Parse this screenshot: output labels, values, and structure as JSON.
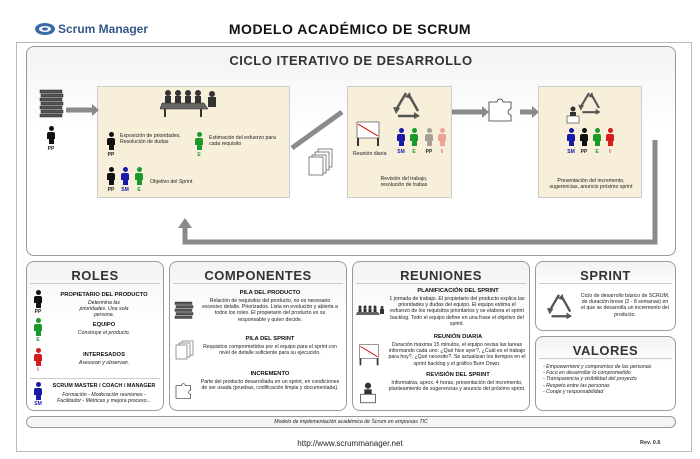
{
  "header": {
    "logo_text": "Scrum Manager",
    "title": "MODELO ACADÉMICO DE SCRUM"
  },
  "cycle": {
    "title": "CICLO ITERATIVO DE DESARROLLO",
    "planning_1": "Exposición de prioridades. Resolución de dudas",
    "planning_2": "Estimación del esfuerzo para cada requisito",
    "sprint_goal": "Objetivo del Sprint",
    "daily_label": "Reunión diaria",
    "daily_desc": "Revisión del trabajo, resolución de trabas",
    "review_desc": "Presentación del incremento, sugerencias, anuncio próximo sprint",
    "role_pp": "PP",
    "role_sm": "SM",
    "role_e": "E",
    "role_i": "I"
  },
  "roles": {
    "title": "ROLES",
    "items": [
      {
        "head": "PROPIETARIO DEL PRODUCTO",
        "desc": "Determina las prioridades. Una sola persona.",
        "tag": "PP"
      },
      {
        "head": "EQUIPO",
        "desc": "Construye el producto.",
        "tag": "E"
      },
      {
        "head": "INTERESADOS",
        "desc": "Asesoran y observan.",
        "tag": "I"
      },
      {
        "head": "SCRUM MASTER / COACH / MANAGER",
        "desc": "Formación - Moderación reuniones - Facilitador - Métricas y mejora proceso...",
        "tag": "SM"
      }
    ]
  },
  "components": {
    "title": "COMPONENTES",
    "items": [
      {
        "head": "PILA DEL PRODUCTO",
        "desc": "Relación de requisitos del producto, no es necesario excesivo detalle. Priorizados. Lista en evolución y abierta a todos los roles. El propietario del producto es su responsable y quien decide."
      },
      {
        "head": "PILA DEL SPRINT",
        "desc": "Requisitos comprometidos por el equipo para el sprint con nivel de detalle suficiente para su ejecución."
      },
      {
        "head": "INCREMENTO",
        "desc": "Parte del producto desarrollada en un sprint, en condiciones de ser usada (pruebas, codificación limpia y documentada)."
      }
    ]
  },
  "meetings": {
    "title": "REUNIONES",
    "items": [
      {
        "head": "PLANIFICACIÓN DEL SPRINT",
        "desc": "1 jornada de trabajo. El propietario del producto explica las prioridades y dudas del equipo. El equipo estima el esfuerzo de los requisitos prioritarios y se elabora el sprint backlog. Todo el equipo define en una frase el objetivo del sprint."
      },
      {
        "head": "REUNIÓN DIARIA",
        "desc": "Duración máxima 15 minutos, el equipo revisa las tareas informando cada uno: ¿Qué hice ayer?, ¿Cuál es el trabajo para hoy?, ¿Qué necesito?. Se actualizan los tiempos en el sprint backlog y el gráfico Burn Down."
      },
      {
        "head": "REVISIÓN DEL SPRINT",
        "desc": "Informativa, aprox. 4 horas, presentación del incremento, planteamiento de sugerencias y anuncio del próximo sprint."
      }
    ]
  },
  "sprint": {
    "title": "SPRINT",
    "desc": "Ciclo de desarrollo básico de SCRUM, de duración breve (2 - 8 semanas) en el que se desarrolla un incremento del producto."
  },
  "values": {
    "title": "VALORES",
    "items": [
      "- Empowerment y compromiso de las personas",
      "- Foco en desarrollar lo comprometido",
      "- Transparencia y visibilidad del proyecto",
      "- Respeto entre las personas",
      "- Coraje y responsabilidad"
    ]
  },
  "footer": {
    "caption": "Modelo de implementación académica de Scrum en empresas TIC",
    "url": "http://www.scrummanager.net",
    "rev": "Rev. 0.6"
  },
  "colors": {
    "pp": "#111111",
    "sm": "#1a1aa8",
    "e": "#1a9a2a",
    "i": "#d41c1c",
    "beige": "#f7efd9",
    "arrow": "#8a8a8a"
  }
}
